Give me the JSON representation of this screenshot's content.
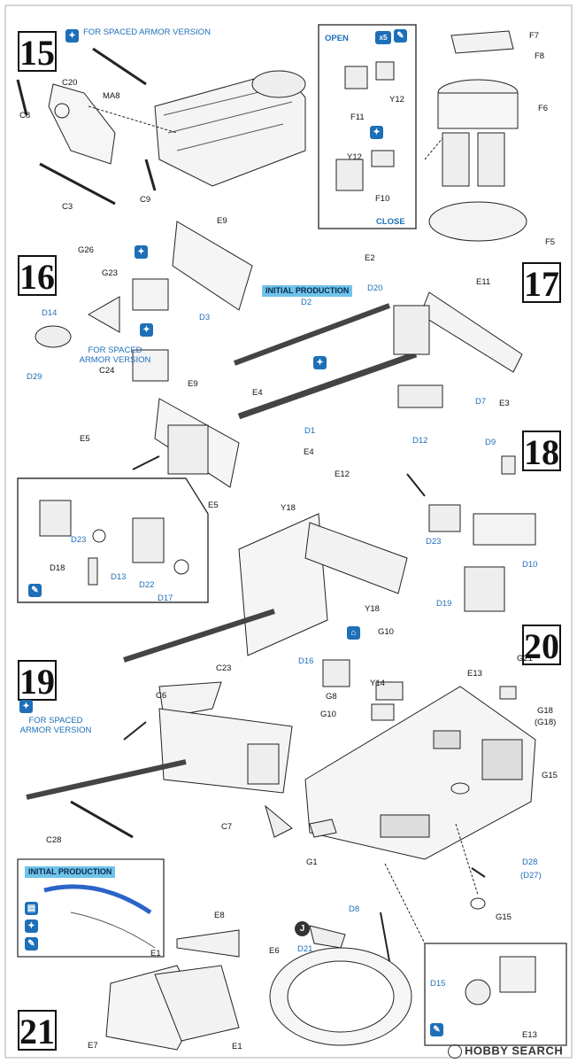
{
  "steps": [
    "15",
    "16",
    "17",
    "18",
    "19",
    "20",
    "21"
  ],
  "notes": {
    "spaced_armor_15": "FOR SPACED ARMOR VERSION",
    "spaced_armor_16": "FOR SPACED\nARMOR VERSION",
    "spaced_armor_19": "FOR SPACED\nARMOR VERSION",
    "initial_production_17": "INITIAL PRODUCTION",
    "initial_production_21": "INITIAL PRODUCTION",
    "open": "OPEN",
    "close": "CLOSE",
    "x5": "x5"
  },
  "parts": {
    "s15": [
      "MA8",
      "C20",
      "C8",
      "C9",
      "C3"
    ],
    "s15_panel": [
      "F7",
      "F8",
      "F6",
      "F5",
      "F11",
      "Y12",
      "Y12",
      "F10"
    ],
    "s16": [
      "E9",
      "G26",
      "G23",
      "D14",
      "D3",
      "D29",
      "C24",
      "E9",
      "E4",
      "E5",
      "E5",
      "E4"
    ],
    "s17": [
      "E2",
      "E11",
      "D20",
      "D2",
      "D1",
      "D7",
      "E3"
    ],
    "s16_panel": [
      "D23",
      "D18",
      "D13",
      "D22",
      "D17"
    ],
    "s18": [
      "D12",
      "D9",
      "E12",
      "Y18",
      "D23",
      "D10",
      "Y18",
      "D19"
    ],
    "s19": [
      "C6",
      "C23",
      "C28",
      "C7"
    ],
    "s20": [
      "G10",
      "D16",
      "Y14",
      "G8",
      "G10",
      "E13",
      "G21",
      "G18",
      "(G18)",
      "G15",
      "G1",
      "D28",
      "(D27)",
      "G15"
    ],
    "s21": [
      "E8",
      "E1",
      "E7",
      "E1",
      "D8",
      "E6",
      "D21",
      "D15",
      "E13"
    ]
  },
  "watermark": "HOBBY SEARCH",
  "colors": {
    "accent_blue": "#1d6fb8",
    "banner_blue": "#6fc3ea",
    "ink": "#111111"
  }
}
